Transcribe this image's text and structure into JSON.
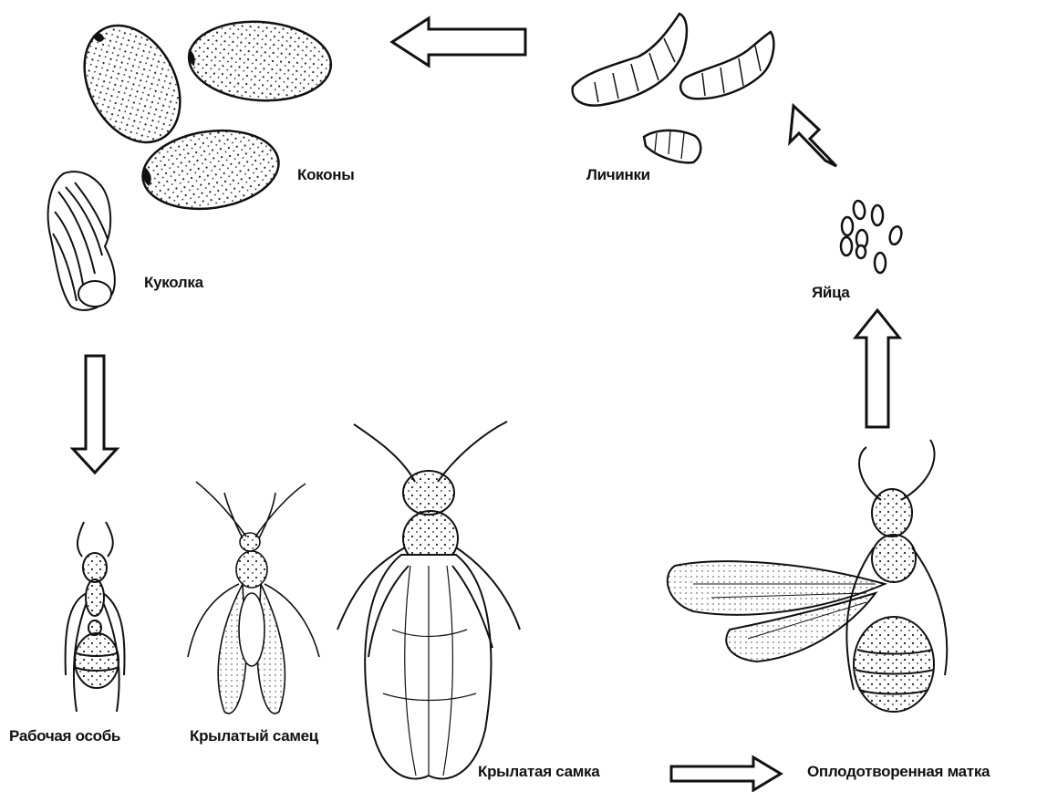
{
  "diagram": {
    "stages": {
      "cocoons": "Коконы",
      "larvae": "Личинки",
      "pupa": "Куколка",
      "eggs": "Яйца",
      "worker": "Рабочая особь",
      "winged_male": "Крылатый самец",
      "winged_female": "Крылатая самка",
      "fertilized_queen": "Оплодотворенная матка"
    }
  }
}
